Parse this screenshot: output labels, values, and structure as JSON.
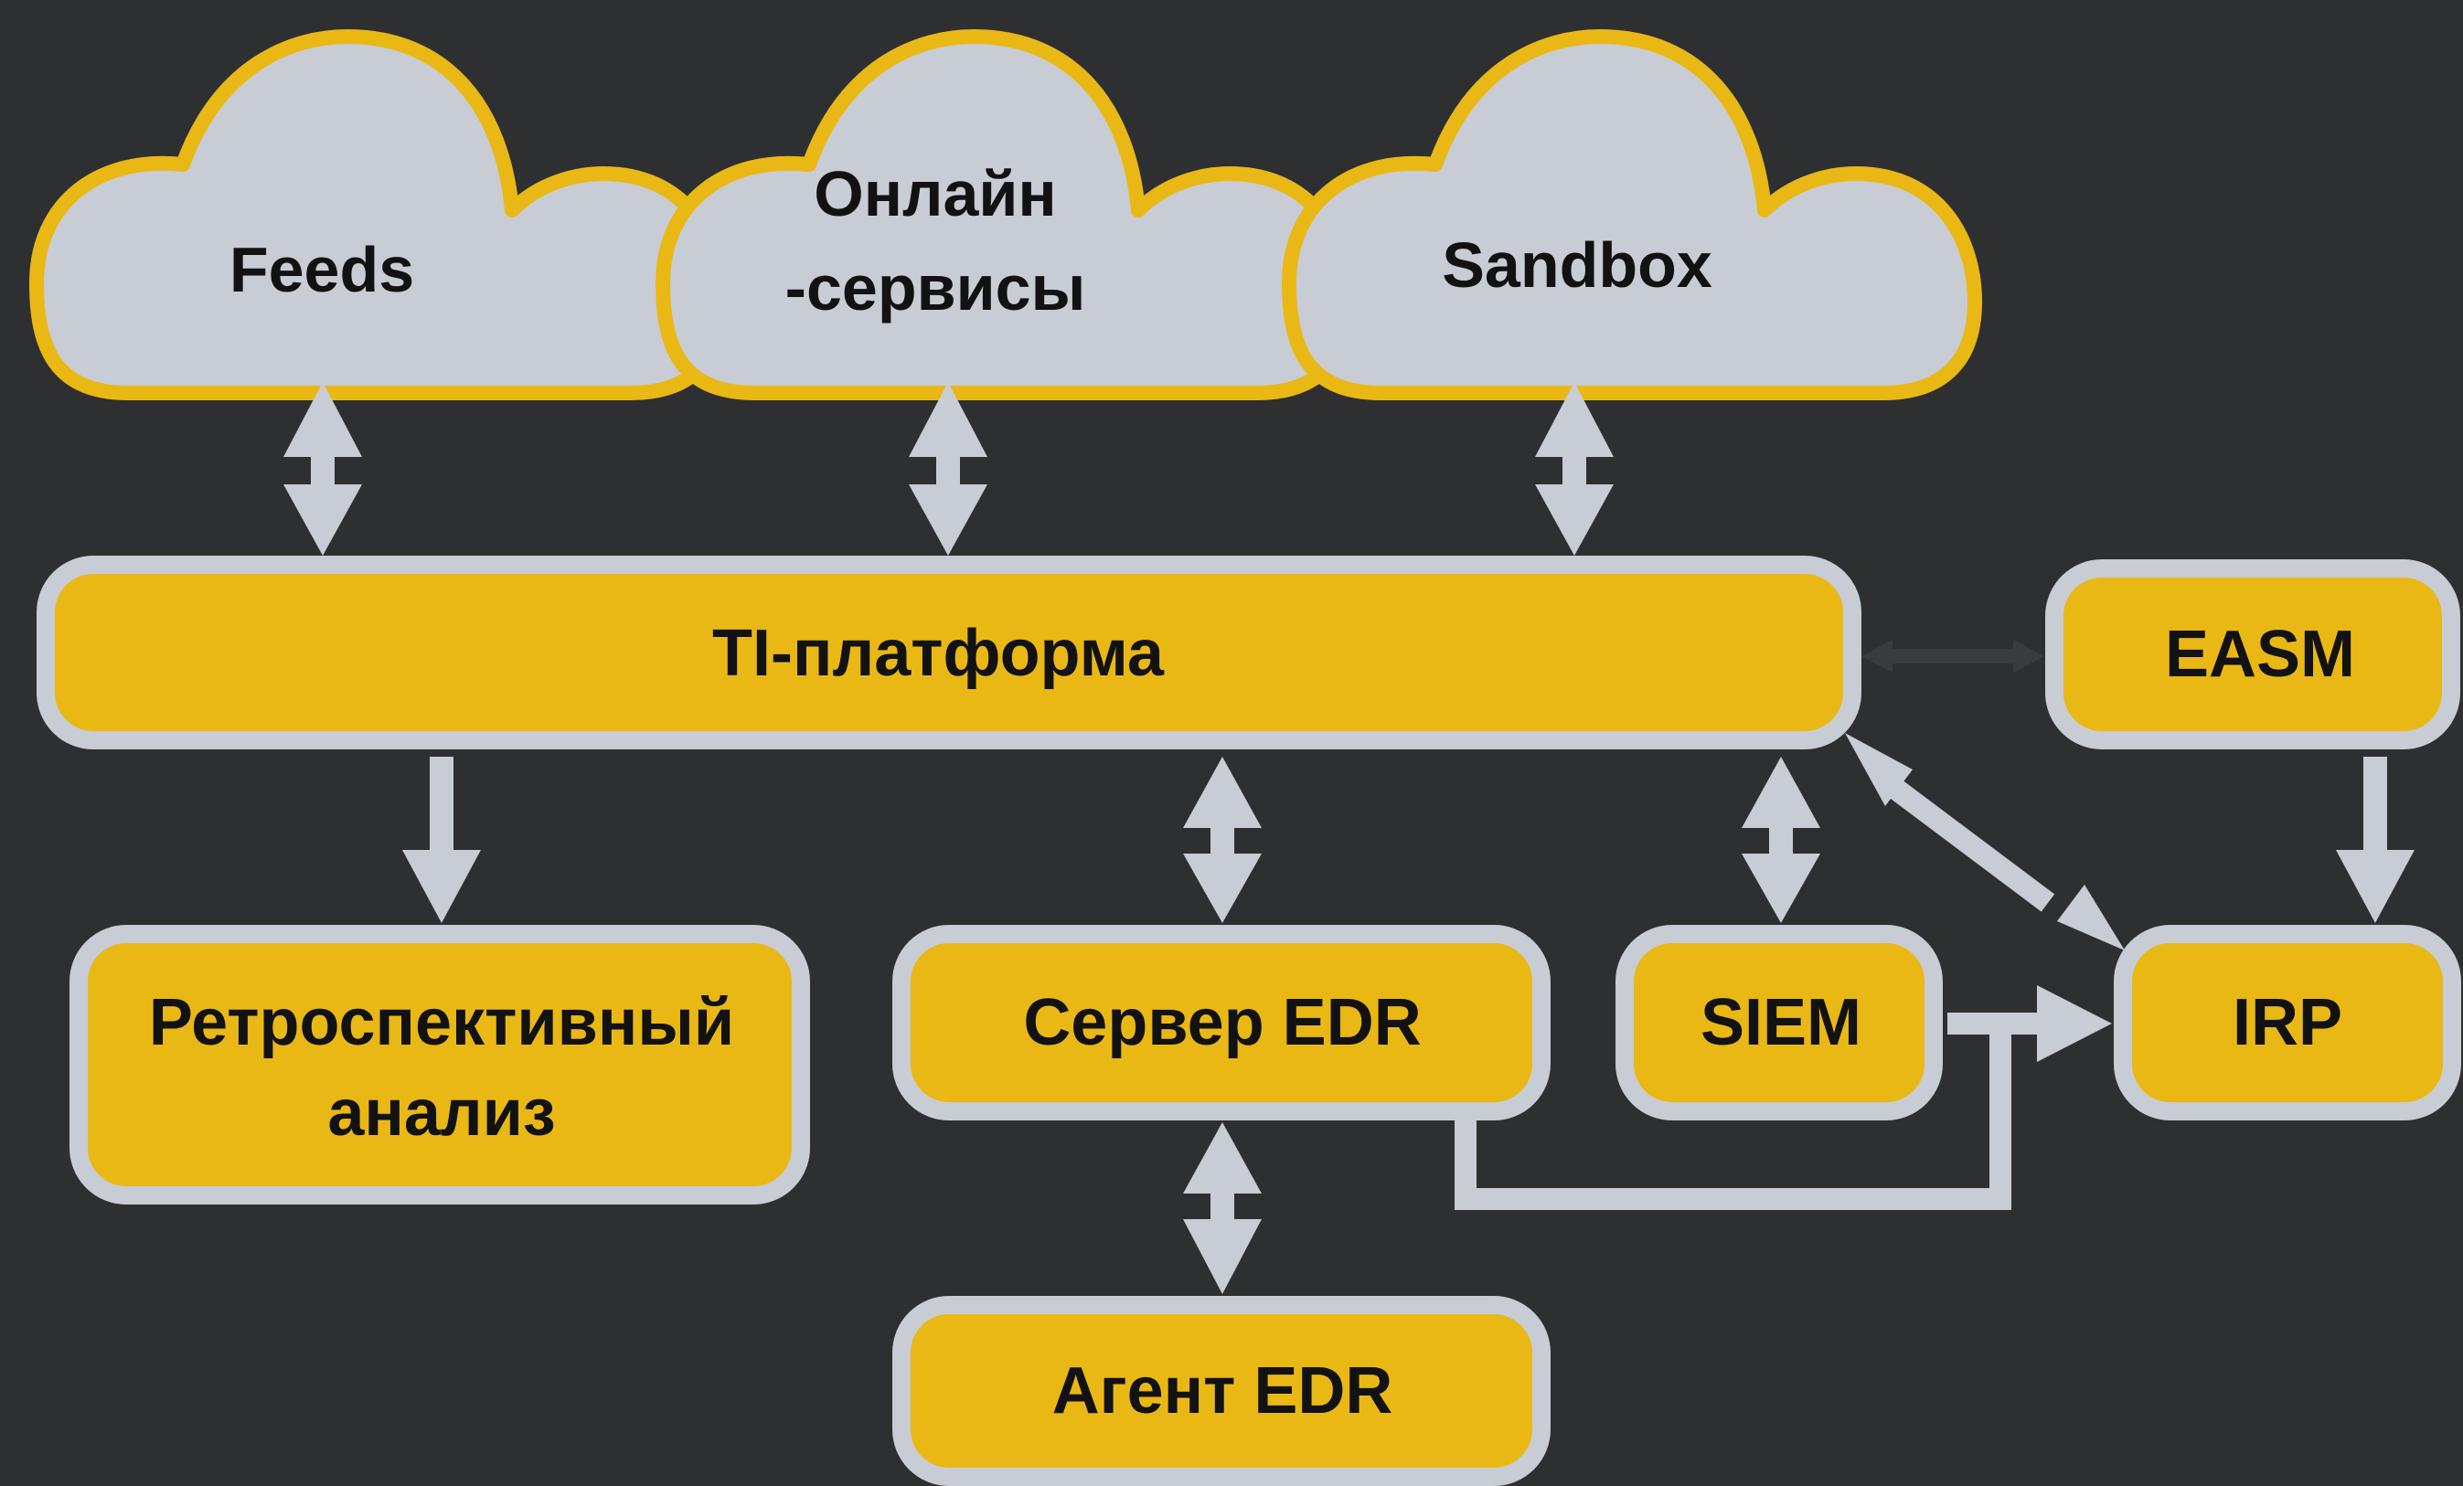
{
  "colors": {
    "background": "#2e2f31",
    "node_fill": "#e9b815",
    "node_border": "#c8ccd4",
    "cloud_fill": "#c8ccd4",
    "cloud_border": "#e9b815",
    "arrow": "#c8ccd4",
    "text": "#121212"
  },
  "clouds": {
    "feeds": {
      "label": "Feeds"
    },
    "online": {
      "line1": "Онлайн",
      "line2": "-сервисы"
    },
    "sandbox": {
      "label": "Sandbox"
    }
  },
  "nodes": {
    "ti_platform": {
      "label": "TI-платформа"
    },
    "easm": {
      "label": "EASM"
    },
    "retro": {
      "line1": "Ретроспективный",
      "line2": "анализ"
    },
    "edr_server": {
      "label": "Сервер EDR"
    },
    "siem": {
      "label": "SIEM"
    },
    "irp": {
      "label": "IRP"
    },
    "edr_agent": {
      "label": "Агент EDR"
    }
  }
}
